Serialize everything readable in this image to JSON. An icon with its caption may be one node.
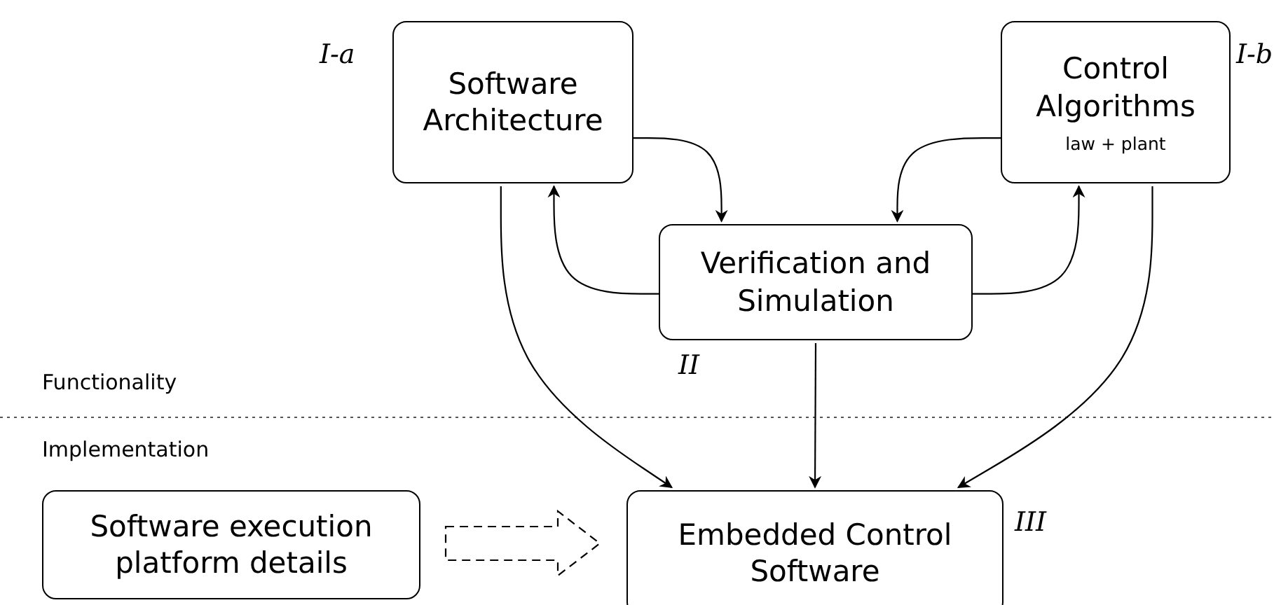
{
  "diagram": {
    "nodes": [
      {
        "text": [
          "Software Architecture"
        ],
        "beside": [
          "I-a"
        ]
      },
      {
        "text": [
          "Control Algorithms",
          "law + plant"
        ],
        "beside": [
          "I-b"
        ]
      },
      {
        "text": [
          "Verification and Simulation"
        ],
        "beside": [
          "II"
        ]
      },
      {
        "text": [
          "Embedded Control Software"
        ],
        "beside": [
          "III"
        ]
      },
      {
        "text": [
          "Software execution platform details"
        ]
      }
    ],
    "edges": [
      {
        "from": 0,
        "to": 2,
        "arrow": "to"
      },
      {
        "from": 2,
        "to": 0,
        "arrow": "to"
      },
      {
        "from": 1,
        "to": 2,
        "arrow": "to"
      },
      {
        "from": 2,
        "to": 1,
        "arrow": "to"
      },
      {
        "from": 0,
        "to": 3,
        "arrow": "to"
      },
      {
        "from": 2,
        "to": 3,
        "arrow": "to"
      },
      {
        "from": 1,
        "to": 3,
        "arrow": "to"
      },
      {
        "from": 4,
        "to": 3,
        "arrow": "to",
        "style": "dashed"
      }
    ],
    "labels": [
      "Functionality",
      "Implementation"
    ]
  }
}
